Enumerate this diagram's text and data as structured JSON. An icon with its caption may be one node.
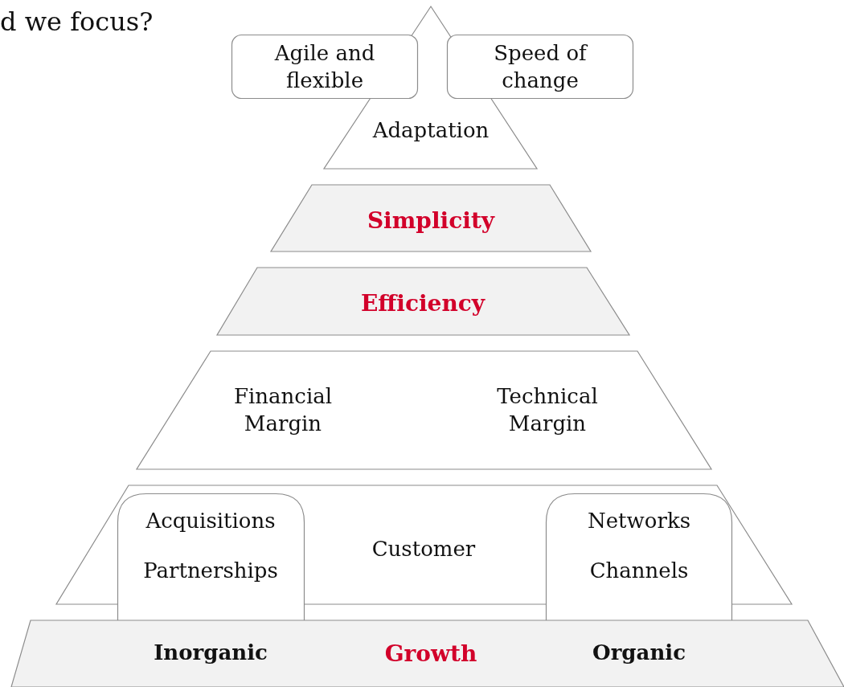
{
  "diagram": {
    "title": "d we focus?",
    "nodes": [
      {
        "text": [
          "Agile and flexible"
        ]
      },
      {
        "text": [
          "Speed of change"
        ]
      },
      {
        "text": [
          "Adaptation"
        ]
      },
      {
        "text": [
          "Simplicity"
        ]
      },
      {
        "text": [
          "Efficiency"
        ]
      },
      {
        "text": [
          "Financial Margin",
          "Technical Margin"
        ]
      },
      {
        "text": [
          "Customer"
        ]
      },
      {
        "text": [
          "Acquisitions",
          "Partnerships"
        ]
      },
      {
        "text": [
          "Networks",
          "Channels"
        ]
      },
      {
        "text": [
          "Inorganic",
          "Growth",
          "Organic"
        ]
      }
    ],
    "edges": []
  }
}
